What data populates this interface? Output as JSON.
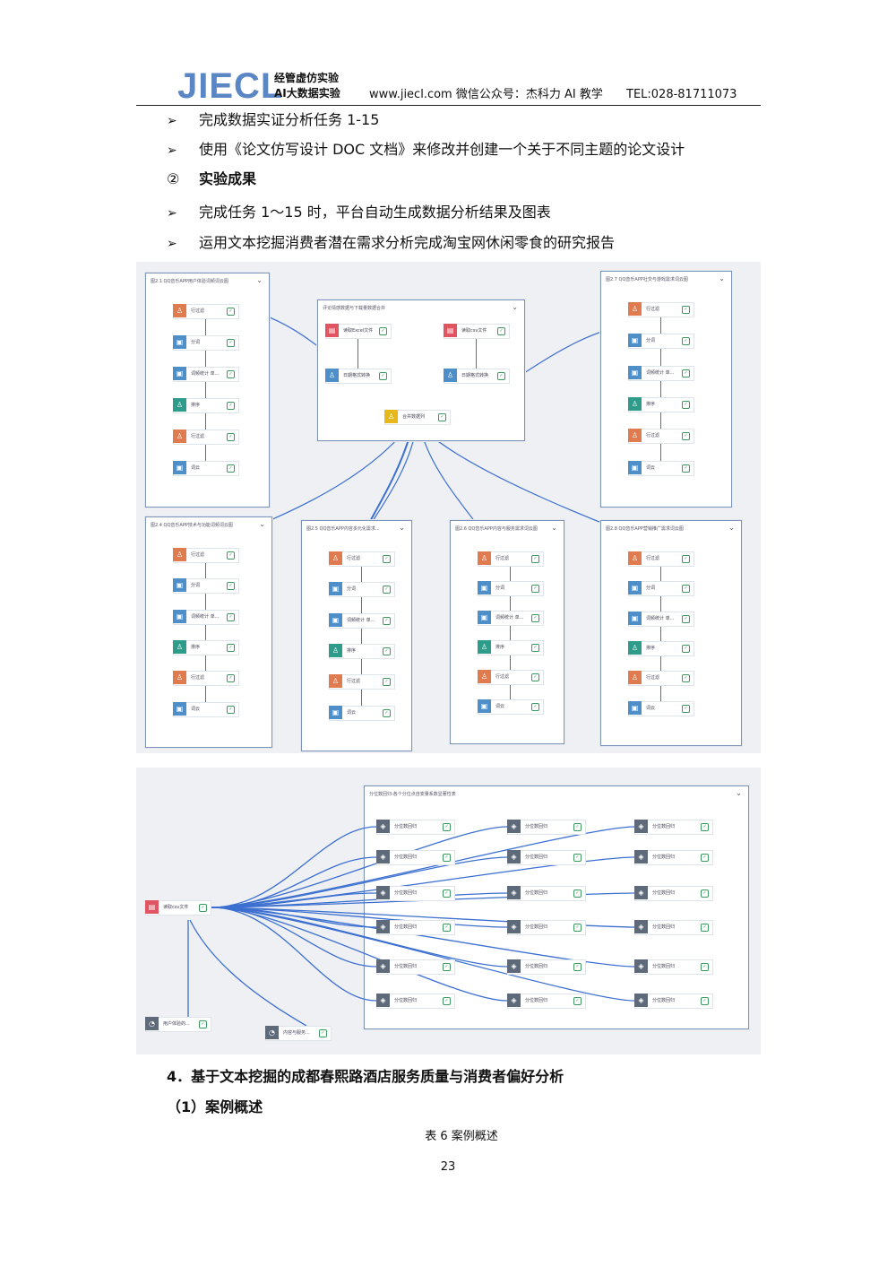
{
  "header": {
    "logo": "JIECL",
    "subtitle_line1": "经管虚仿实验",
    "subtitle_line2": "AI大数据实验",
    "website": "www.jiecl.com",
    "wechat": "微信公众号：杰科力 AI 教学",
    "tel": "TEL:028-81711073"
  },
  "bullets_top": [
    {
      "marker": "➢",
      "text": "完成数据实证分析任务 1-15"
    },
    {
      "marker": "➢",
      "text": "使用《论文仿写设计 DOC 文档》来修改并创建一个关于不同主题的论文设计"
    }
  ],
  "result_section": {
    "marker": "②",
    "title": "实验成果"
  },
  "bullets_bottom": [
    {
      "marker": "➢",
      "text": "完成任务 1～15 时，平台自动生成数据分析结果及图表"
    },
    {
      "marker": "➢",
      "text": "运用文本挖掘消费者潜在需求分析完成淘宝网休闲零食的研究报告"
    }
  ],
  "figure1": {
    "panel_titles": [
      "图2.1 QQ音乐APP用户体验词频词云图",
      "评论情感数据与下载量数据合并",
      "图2.7 QQ音乐APP社交与游戏需求词云图",
      "图2.4 QQ音乐APP技术与功能词频词云图",
      "图2.5 QQ音乐APP内容多元化需求...",
      "图2.6 QQ音乐APP内容与服务需求词云图",
      "图2.8 QQ音乐APP营销推广需求词云图"
    ],
    "chain_nodes": [
      "行过滤",
      "分词",
      "词频统计 单...",
      "排序",
      "行过滤",
      "词云"
    ],
    "merge_nodes": [
      "读取Excel文件",
      "读取csv文件",
      "日期格式转换",
      "日期格式转换",
      "合并数据列"
    ]
  },
  "figure2": {
    "group_title": "分位数回归-各个分位点自变量系数显著性表",
    "source_node": "读取csv文件",
    "grid_label": "分位数回归",
    "output_nodes": [
      "用户体验的...",
      "内容与服务..."
    ]
  },
  "case_heading": "4．基于文本挖掘的成都春熙路酒店服务质量与消费者偏好分析",
  "overview_heading": "（1）案例概述",
  "table_caption": "表 6  案例概述",
  "page_number": "23",
  "colors": {
    "node_orange": "#e07b4f",
    "node_blue": "#4f8fc9",
    "node_teal": "#2e9c8a",
    "node_red": "#e05561",
    "node_gray": "#5e6a7a",
    "node_yellow": "#e7b81c",
    "edge": "#3b6fd0"
  }
}
